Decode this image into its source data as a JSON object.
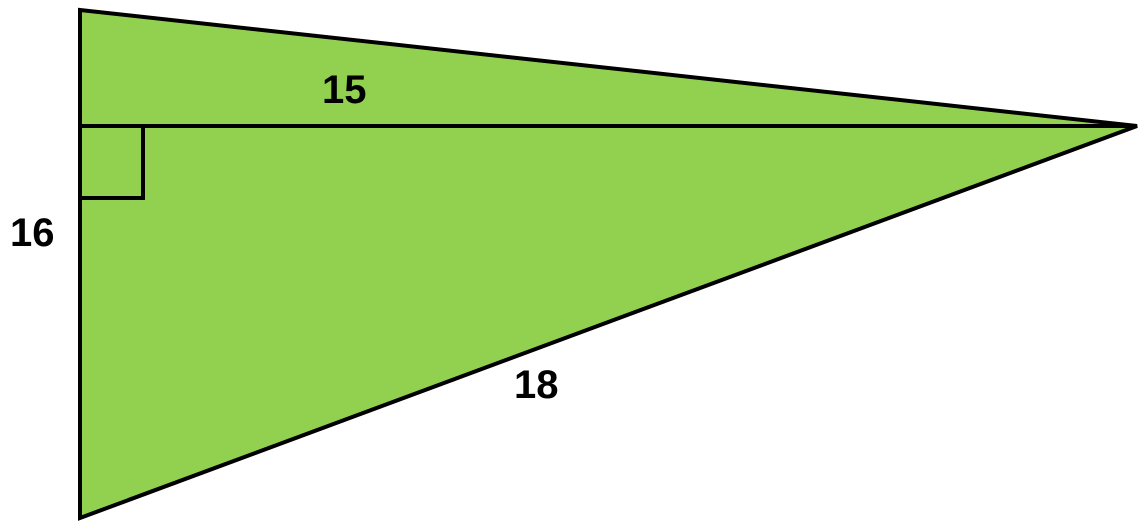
{
  "diagram": {
    "shape": "triangle",
    "fill_color": "#92D050",
    "stroke_color": "#000000",
    "right_angle_marker": true,
    "labels": {
      "top_segment": "15",
      "left_side": "16",
      "hypotenuse": "18"
    }
  }
}
